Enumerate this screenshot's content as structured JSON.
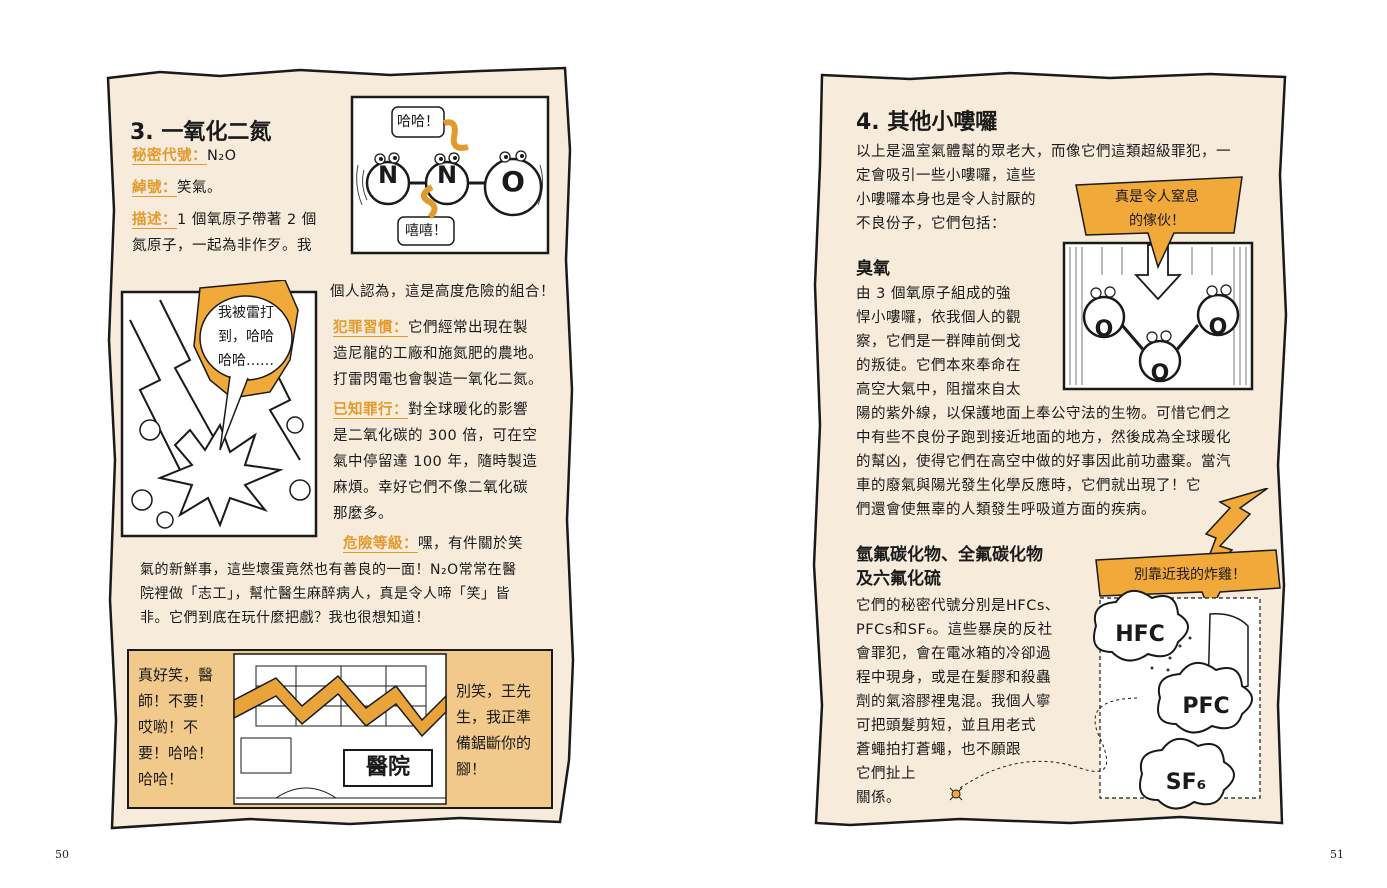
{
  "left_page": {
    "number": "50",
    "title": "3. 一氧化二氮",
    "code_label": "秘密代號：",
    "code_value": "N₂O",
    "nickname_label": "綽號：",
    "nickname_value": "笑氣。",
    "desc_label": "描述：",
    "desc_line1": "1 個氧原子帶著 2 個",
    "desc_line2": "氮原子，一起為非作歹。我",
    "desc_line3": "個人認為，這是高度危險的組合！",
    "habit_label": "犯罪習慣：",
    "habit_line1": "它們經常出現在製",
    "habit_line2": "造尼龍的工廠和施氮肥的農地。",
    "habit_line3": "打雷閃電也會製造一氧化二氮。",
    "crime_label": "已知罪行：",
    "crime_line1": "對全球暖化的影響",
    "crime_line2": "是二氧化碳的 300 倍，可在空",
    "crime_line3": "氣中停留達 100 年，隨時製造",
    "crime_line4": "麻煩。幸好它們不像二氧化碳",
    "crime_line5": "那麼多。",
    "danger_label": "危險等級：",
    "danger_line1": "嘿，有件關於笑",
    "danger_line2": "氣的新鮮事，這些壞蛋竟然也有善良的一面！N₂O常常在醫",
    "danger_line3": "院裡做「志工」，幫忙醫生麻醉病人，真是令人啼「笑」皆",
    "danger_line4": "非。它們到底在玩什麼把戲？我也很想知道！",
    "bubble_haha": "哈哈！",
    "bubble_xixi": "嘻嘻！",
    "atom_n1": "N",
    "atom_n2": "N",
    "atom_o": "O",
    "lightning_bubble": [
      "我被雷打",
      "到，哈哈",
      "哈哈……"
    ],
    "hospital_left": [
      "真好笑，醫",
      "師！不要！",
      "哎喲！不",
      "要！哈哈！",
      "哈哈！"
    ],
    "hospital_sign": "醫院",
    "hospital_right": [
      "別笑，王先",
      "生，我正準",
      "備鋸斷你的",
      "腳！"
    ]
  },
  "right_page": {
    "number": "51",
    "title": "4. 其他小嘍囉",
    "intro_line1": "以上是溫室氣體幫的眾老大，而像它們這類超級罪犯，一",
    "intro_line2": "定會吸引一些小嘍囉，這些",
    "intro_line3": "小嘍囉本身也是令人討厭的",
    "intro_line4": "不良份子，它們包括：",
    "bubble_suffocate": [
      "真是令人窒息",
      "的傢伙！"
    ],
    "ozone_heading": "臭氧",
    "ozone_line1": "由 3 個氧原子組成的強",
    "ozone_line2": "悍小嘍囉，依我個人的觀",
    "ozone_line3": "察，它們是一群陣前倒戈",
    "ozone_line4": "的叛徒。它們本來奉命在",
    "ozone_line5": "高空大氣中，阻擋來自太",
    "ozone_line6": "陽的紫外線，以保護地面上奉公守法的生物。可惜它們之",
    "ozone_line7": "中有些不良份子跑到接近地面的地方，然後成為全球暖化",
    "ozone_line8": "的幫凶，使得它們在高空中做的好事因此前功盡棄。當汽",
    "ozone_line9": "車的廢氣與陽光發生化學反應時，它們就出現了！它",
    "ozone_line10": "們還會使無辜的人類發生呼吸道方面的疾病。",
    "hfc_heading1": "氫氟碳化物、全氟碳化物",
    "hfc_heading2": "及六氟化硫",
    "hfc_line1": "它們的秘密代號分別是HFCs、",
    "hfc_line2": "PFCs和SF₆。這些暴戾的反社",
    "hfc_line3": "會罪犯，會在電冰箱的冷卻過",
    "hfc_line4": "程中現身，或是在髮膠和殺蟲",
    "hfc_line5": "劑的氣溶膠裡鬼混。我個人寧",
    "hfc_line6": "可把頭髮剪短，並且用老式",
    "hfc_line7": "蒼蠅拍打蒼蠅，也不願跟",
    "hfc_line8": "它們扯上",
    "hfc_line9": "關係。",
    "bubble_bomb": "別靠近我的炸雞！",
    "cloud_hfc": "HFC",
    "cloud_pfc": "PFC",
    "cloud_sf6": "SF₆",
    "atom_o1": "O",
    "atom_o2": "O",
    "atom_o3": "O"
  }
}
